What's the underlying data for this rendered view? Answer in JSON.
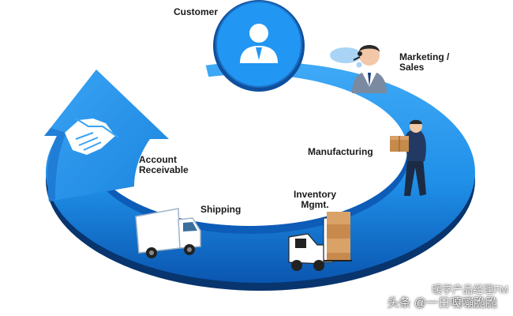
{
  "colors": {
    "band_light": "#2a9df4",
    "band_dark": "#0c4ea2",
    "band_shadow": "#08356e",
    "customer_circle": "#1e74c8",
    "hub_background": "#2196f3"
  },
  "steps": [
    {
      "id": "customer",
      "label_lines": [
        "Customer"
      ],
      "icon": "customer-icon"
    },
    {
      "id": "marketing",
      "label_lines": [
        "Marketing /",
        "Sales"
      ],
      "icon": "sales-agent-icon"
    },
    {
      "id": "manufacturing",
      "label_lines": [
        "Manufacturing"
      ],
      "icon": "worker-with-box-icon"
    },
    {
      "id": "inventory",
      "label_lines": [
        "Inventory",
        "Mgmt."
      ],
      "icon": "forklift-icon"
    },
    {
      "id": "shipping",
      "label_lines": [
        "Shipping"
      ],
      "icon": "delivery-truck-icon"
    },
    {
      "id": "receivable",
      "label_lines": [
        "Account",
        "Receivable"
      ],
      "icon": "handshake-icon"
    }
  ],
  "watermark": {
    "line1": "暖学产品经理FM",
    "line2": "头条 @一日嘎嘣脆脆"
  }
}
